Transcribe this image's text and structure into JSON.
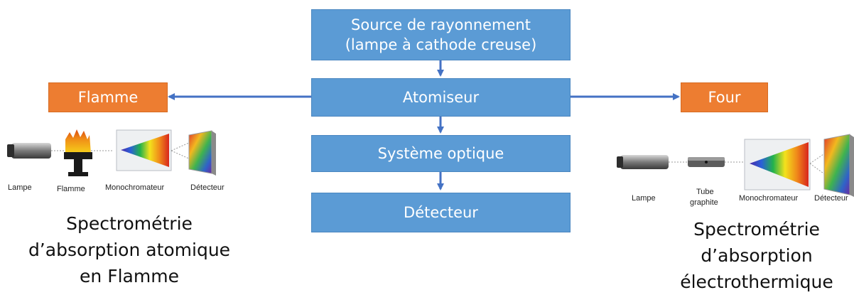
{
  "flow": {
    "source_line1": "Source de rayonnement",
    "source_line2": "(lampe à cathode creuse)",
    "atomizer": "Atomiseur",
    "optics": "Système optique",
    "detector": "Détecteur",
    "flame": "Flamme",
    "furnace": "Four"
  },
  "left_setup": {
    "labels": [
      "Lampe",
      "Flamme",
      "Monochromateur",
      "Détecteur"
    ],
    "caption_line1": "Spectrométrie",
    "caption_line2": "d’absorption atomique",
    "caption_line3": "en Flamme"
  },
  "right_setup": {
    "labels": [
      "Lampe",
      "Tube",
      "graphite",
      "Monochromateur",
      "Détecteur"
    ],
    "caption_line1": "Spectrométrie",
    "caption_line2": "d’absorption",
    "caption_line3": "électrothermique"
  },
  "colors": {
    "box_blue": "#5B9BD5",
    "box_orange": "#ED7D31",
    "arrow": "#4472C4"
  }
}
